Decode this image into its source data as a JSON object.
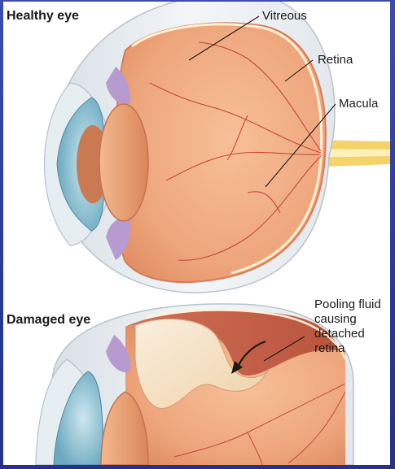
{
  "figure": {
    "healthy": {
      "title": "Healthy eye",
      "labels": {
        "vitreous": "Vitreous",
        "retina": "Retina",
        "macula": "Macula"
      }
    },
    "damaged": {
      "title": "Damaged eye",
      "callout_lines": [
        "Pooling fluid",
        "causing",
        "detached",
        "retina"
      ]
    }
  },
  "colors": {
    "background": "#2f3f9e",
    "sclera": "#eaf0f4",
    "iris": "#7bb7cc",
    "vitreous": "#f0a77c",
    "lens": "#e79a6c",
    "optic_nerve": "#f5d26a",
    "fluid": "#f6e2c0",
    "vessels": "#c2493b"
  }
}
